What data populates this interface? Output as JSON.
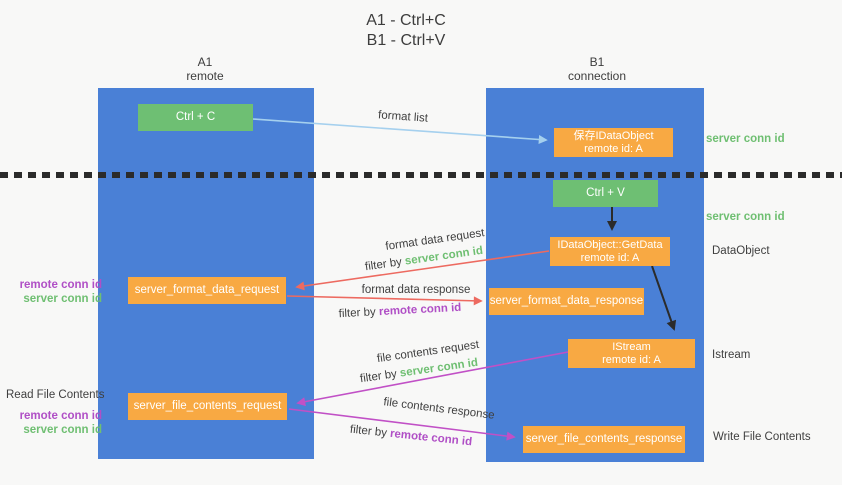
{
  "title": {
    "line1": "A1 - Ctrl+C",
    "line2": "B1 - Ctrl+V"
  },
  "lanes": {
    "left": {
      "name": "A1",
      "role": "remote"
    },
    "right": {
      "name": "B1",
      "role": "connection"
    }
  },
  "nodes": {
    "ctrl_c": {
      "label": "Ctrl + C"
    },
    "ctrl_v": {
      "label": "Ctrl + V"
    },
    "save_dataobject": {
      "line1": "保存IDataObject",
      "line2": "remote id: A"
    },
    "getdata": {
      "line1": "IDataObject::GetData",
      "line2": "remote id: A"
    },
    "istream": {
      "line1": "IStream",
      "line2": "remote id: A"
    },
    "format_request": {
      "label": "server_format_data_request"
    },
    "format_response": {
      "label": "server_format_data_response"
    },
    "file_request": {
      "label": "server_file_contents_request"
    },
    "file_response": {
      "label": "server_file_contents_response"
    }
  },
  "edges": {
    "format_list": {
      "label": "format list"
    },
    "format_request": {
      "label": "format data request",
      "filter_prefix": "filter by ",
      "filter_key": "server conn id"
    },
    "format_response": {
      "label": "format data response",
      "filter_prefix": "filter by ",
      "filter_key": "remote conn id"
    },
    "file_request": {
      "label": "file contents request",
      "filter_prefix": "filter by ",
      "filter_key": "server conn id"
    },
    "file_response": {
      "label": "file contents response",
      "filter_prefix": "filter by ",
      "filter_key": "remote conn id"
    }
  },
  "annotations": {
    "right_server_conn_top": "server conn id",
    "right_server_conn_mid": "server conn id",
    "dataobject_label": "DataObject",
    "istream_label": "Istream",
    "write_file_contents": "Write File Contents",
    "read_file_contents": "Read File Contents",
    "left_remote_conn_top": "remote conn id",
    "left_server_conn_top": "server conn id",
    "left_remote_conn_bottom": "remote conn id",
    "left_server_conn_bottom": "server conn id"
  },
  "colors": {
    "lane_blue": "#4a80d6",
    "node_green": "#6ebf73",
    "node_orange": "#f8a943",
    "arrow_light_blue": "#a5d0ee",
    "arrow_red": "#ed6a60",
    "arrow_magenta": "#c150c6",
    "conn_id_green": "#6fbf72",
    "conn_id_purple": "#b04fc6",
    "divider_dark": "#2b2b2b",
    "background": "#f8f8f7"
  }
}
